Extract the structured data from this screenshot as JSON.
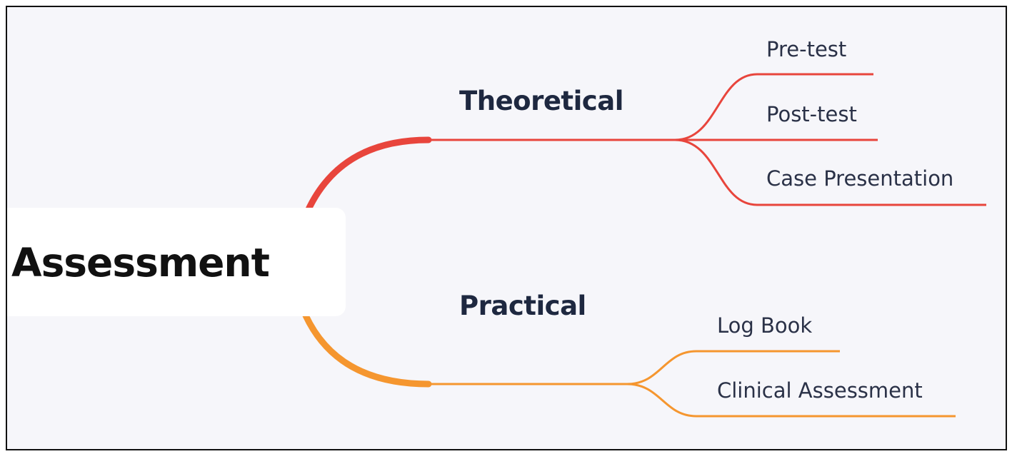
{
  "mindmap": {
    "root": {
      "label": "Assessment"
    },
    "branches": [
      {
        "label": "Theoretical",
        "color": "#e8453c",
        "leaves": [
          "Pre-test",
          "Post-test",
          "Case Presentation"
        ]
      },
      {
        "label": "Practical",
        "color": "#f5962f",
        "leaves": [
          "Log Book",
          "Clinical Assessment"
        ]
      }
    ]
  }
}
